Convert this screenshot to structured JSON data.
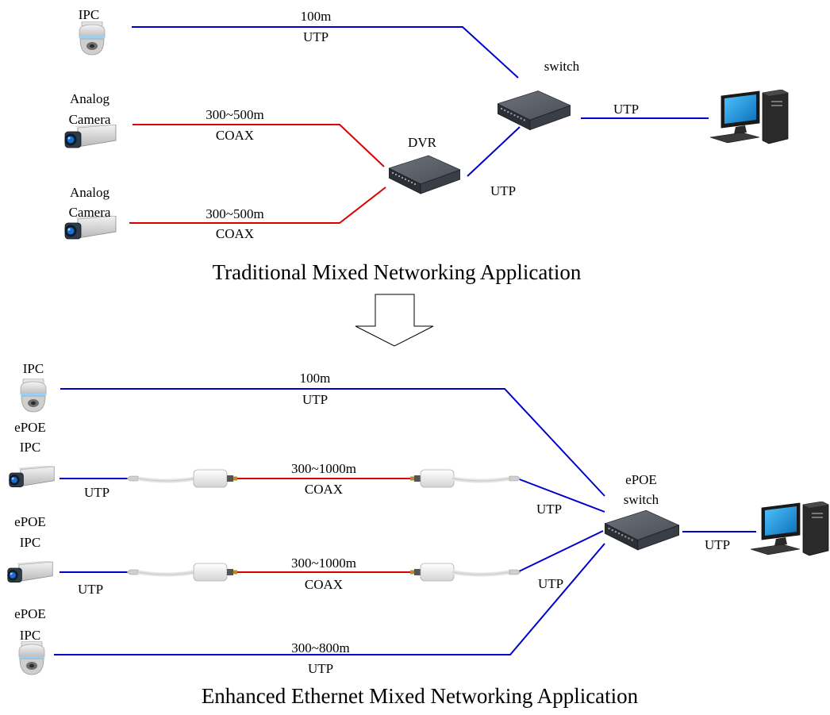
{
  "colors": {
    "utp_line": "#0000cc",
    "coax_line": "#dd0000",
    "device_body": "#3c4048",
    "device_top": "#5a5f69",
    "monitor_screen": "#1e9be0",
    "tower": "#2b2b2b"
  },
  "top": {
    "title": "Traditional Mixed Networking Application",
    "ipc_label": "IPC",
    "analog_camera_1_label": [
      "Analog",
      "Camera"
    ],
    "analog_camera_2_label": [
      "Analog",
      "Camera"
    ],
    "ipc_link_distance": "100m",
    "ipc_link_medium": "UTP",
    "analog_link_1_distance": "300~500m",
    "analog_link_1_medium": "COAX",
    "analog_link_2_distance": "300~500m",
    "analog_link_2_medium": "COAX",
    "dvr_label": "DVR",
    "switch_label": "switch",
    "dvr_switch_medium": "UTP",
    "switch_pc_medium": "UTP"
  },
  "bottom": {
    "title": "Enhanced Ethernet Mixed Networking Application",
    "ipc_label": "IPC",
    "ipc_link_distance": "100m",
    "ipc_link_medium": "UTP",
    "epoe_ipc_1_label": [
      "ePOE",
      "IPC"
    ],
    "epoe_ipc_1_camera_medium": "UTP",
    "epoe_ipc_1_coax_distance": "300~1000m",
    "epoe_ipc_1_coax_medium": "COAX",
    "epoe_ipc_1_switch_medium": "UTP",
    "epoe_ipc_2_label": [
      "ePOE",
      "IPC"
    ],
    "epoe_ipc_2_camera_medium": "UTP",
    "epoe_ipc_2_coax_distance": "300~1000m",
    "epoe_ipc_2_coax_medium": "COAX",
    "epoe_ipc_2_switch_medium": "UTP",
    "epoe_ipc_3_label": [
      "ePOE",
      "IPC"
    ],
    "epoe_ipc_3_link_distance": "300~800m",
    "epoe_ipc_3_link_medium": "UTP",
    "epoe_switch_label": [
      "ePOE",
      "switch"
    ],
    "switch_pc_medium": "UTP"
  },
  "icons": [
    "dome-camera-icon",
    "bullet-camera-icon",
    "dvr-icon",
    "switch-icon",
    "computer-icon",
    "coax-converter-icon",
    "down-arrow-icon"
  ]
}
